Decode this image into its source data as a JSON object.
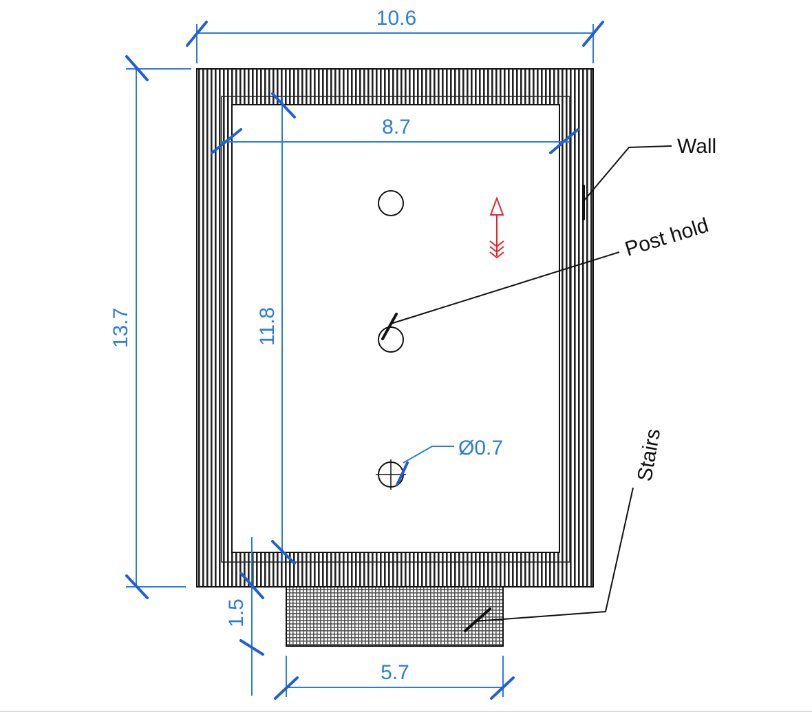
{
  "dimensions": {
    "outer_width": "10.6",
    "inner_width": "8.7",
    "outer_height": "13.7",
    "inner_height": "11.8",
    "stair_depth": "1.5",
    "stair_width": "5.7",
    "post_diameter": "Ø0.7"
  },
  "labels": {
    "wall": "Wall",
    "post_hold": "Post hold",
    "stairs": "Stairs"
  },
  "icons": {
    "north_arrow": "north-arrow-icon"
  },
  "colors": {
    "dimension": "#2a7be4",
    "tick": "#1f5fd6",
    "outline": "#111111",
    "arrow": "#e8232b"
  }
}
